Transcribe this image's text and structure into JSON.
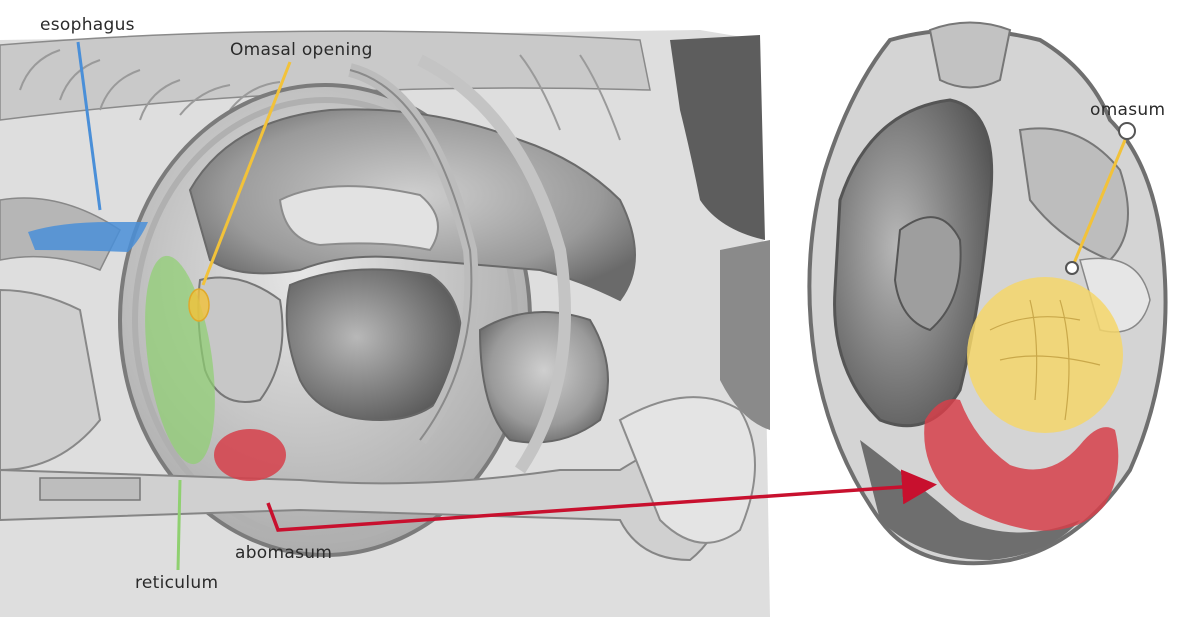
{
  "labels": {
    "esophagus": "esophagus",
    "omasal_opening": "Omasal opening",
    "omasum": "omasum",
    "abomasum": "abomasum",
    "reticulum": "reticulum"
  },
  "colors": {
    "esophagus": "#4a8fd8",
    "omasal_opening": "#f2c23a",
    "omasum": "#f5d66a",
    "abomasum": "#d6404a",
    "reticulum": "#8fd070",
    "arrow": "#c8102e",
    "illustration_ink": "#6d6d6d"
  },
  "illustration": {
    "style": "engraved anatomical drawing, grayscale",
    "left_view": "lateral dissection of bovine stomach",
    "right_view": "transverse section of bovine stomach"
  }
}
